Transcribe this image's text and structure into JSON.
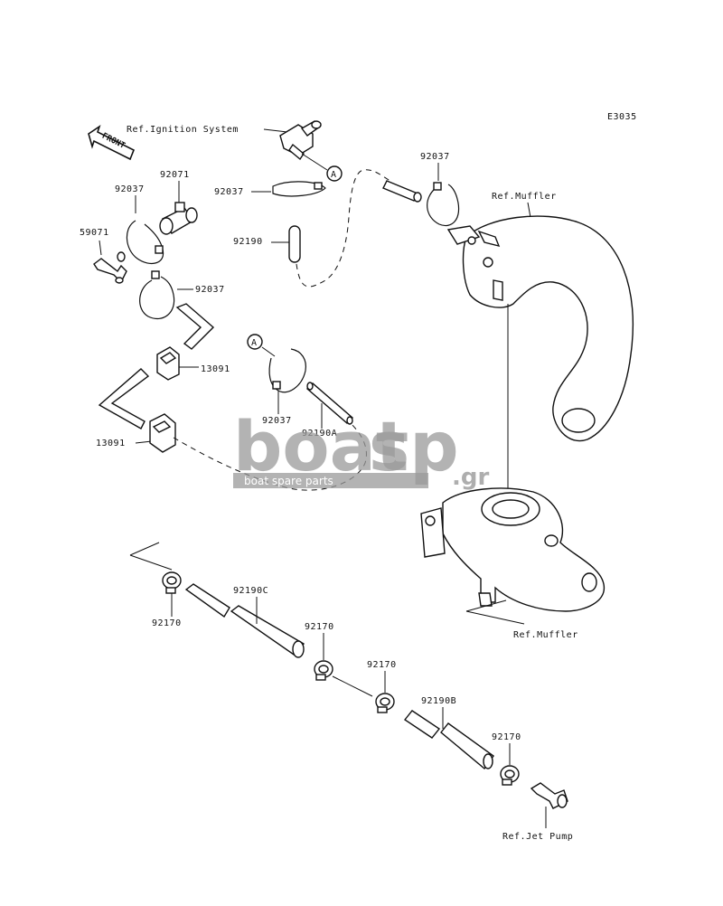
{
  "diagram": {
    "code": "E3035",
    "front_label": "FRONT",
    "callout_a": "A",
    "labels": {
      "ref_ignition": "Ref.Ignition System",
      "ref_muffler_top": "Ref.Muffler",
      "ref_muffler_bottom": "Ref.Muffler",
      "ref_jet_pump": "Ref.Jet Pump",
      "p92071": "92071",
      "p92037_left": "92037",
      "p59071": "59071",
      "p92037_mid": "92037",
      "p13091_upper": "13091",
      "p13091_lower": "13091",
      "p92037_center": "92037",
      "p92190": "92190",
      "p92037_right": "92037",
      "p92037_a": "92037",
      "p92190a": "92190A",
      "p92170_1": "92170",
      "p92190c": "92190C",
      "p92170_2": "92170",
      "p92170_3": "92170",
      "p92190b": "92190B",
      "p92170_4": "92170"
    }
  },
  "watermark": {
    "brand_left": "boat",
    "brand_right": "sp",
    "domain": ".gr",
    "tagline": "boat spare parts"
  }
}
